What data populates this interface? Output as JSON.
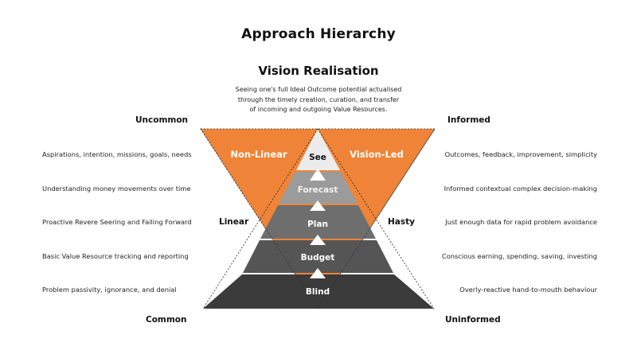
{
  "title": "Approach Hierarchy",
  "apex": {
    "heading": "Vision Realisation",
    "description_lines": [
      "Seeing one's full Ideal Outcome potential actualised",
      "through the timely creation, curation, and transfer",
      "of incoming and outgoing Value Resources."
    ]
  },
  "corners": {
    "top_left": "Uncommon",
    "top_right": "Informed",
    "bottom_left": "Common",
    "bottom_right": "Uninformed"
  },
  "sides": {
    "left": "Linear",
    "right": "Hasty"
  },
  "inverted_triangle": {
    "left_label": "Non-Linear",
    "right_label": "Vision-Led",
    "color": "#ef8438"
  },
  "levels": [
    {
      "name": "See",
      "color": "#ececec",
      "text_color": "#111111",
      "left": "Aspirations, intention, missions, goals, needs",
      "right": "Outcomes, feedback, improvement, simplicity"
    },
    {
      "name": "Forecast",
      "color": "#9b9b9b",
      "text_color": "#f2f2f2",
      "left": "Understanding money movements over time",
      "right": "Informed contextual complex decision-making"
    },
    {
      "name": "Plan",
      "color": "#6e6e6e",
      "text_color": "#ffffff",
      "left": "Proactive Revere Seering and Failing Forward",
      "right": "Just enough data for rapid problem avoidance"
    },
    {
      "name": "Budget",
      "color": "#555555",
      "text_color": "#ffffff",
      "left": "Basic Value Resource tracking and reporting",
      "right": "Conscious earning, spending, saving, investing"
    },
    {
      "name": "Blind",
      "color": "#3b3b3b",
      "text_color": "#ffffff",
      "left": "Problem passivity, ignorance, and denial",
      "right": "Overly-reactive hand-to-mouth behaviour"
    }
  ]
}
